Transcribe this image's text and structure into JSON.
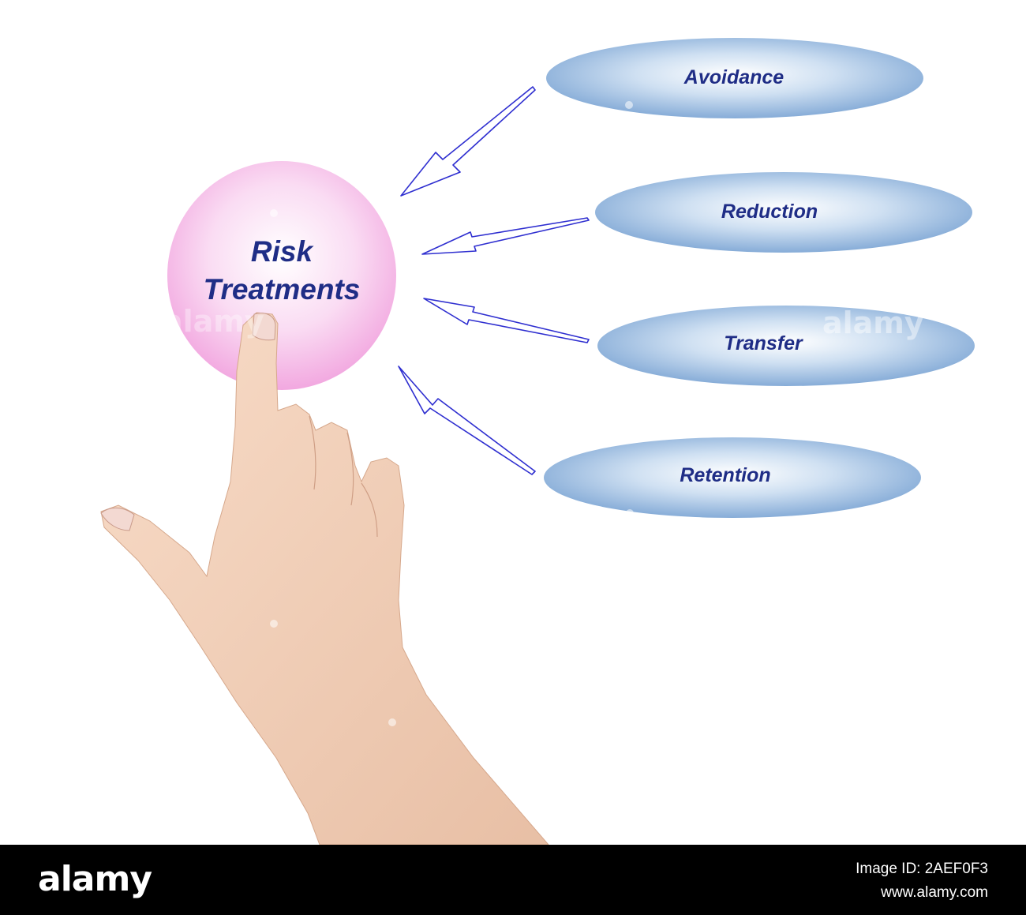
{
  "diagram": {
    "center": {
      "line1": "Risk",
      "line2": "Treatments"
    },
    "branches": [
      {
        "label": "Avoidance"
      },
      {
        "label": "Reduction"
      },
      {
        "label": "Transfer"
      },
      {
        "label": "Retention"
      }
    ],
    "colors": {
      "center_fill": "#f6b5e6",
      "branch_fill": "#8fb3da",
      "arrow": "#2f2fd0",
      "text": "#1f2d86"
    }
  },
  "watermark": {
    "logo": "alamy"
  },
  "footer": {
    "logo": "alamy",
    "image_id": "Image ID: 2AEF0F3",
    "url": "www.alamy.com"
  }
}
